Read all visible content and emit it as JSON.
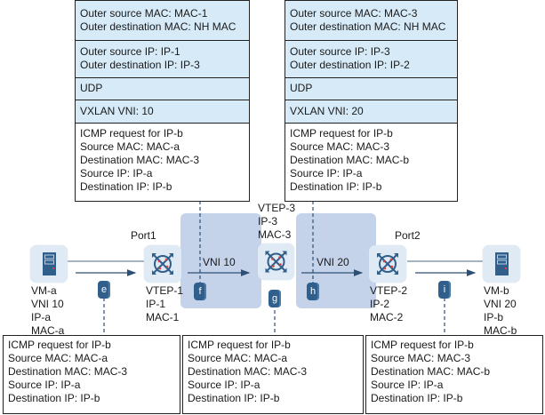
{
  "top_packets": [
    {
      "outer_mac": [
        "Outer source MAC:  MAC-1",
        "Outer destination MAC: NH MAC"
      ],
      "outer_ip": [
        "Outer source IP: IP-1",
        "Outer destination IP: IP-3"
      ],
      "udp": "UDP",
      "vxlan": "VXLAN VNI: 10",
      "inner": [
        "ICMP request for IP-b",
        "Source MAC: MAC-a",
        "Destination MAC:  MAC-3",
        "Source IP: IP-a",
        "Destination IP: IP-b"
      ]
    },
    {
      "outer_mac": [
        "Outer source MAC:  MAC-3",
        "Outer destination MAC: NH MAC"
      ],
      "outer_ip": [
        "Outer source IP: IP-3",
        "Outer destination IP: IP-2"
      ],
      "udp": "UDP",
      "vxlan": "VXLAN VNI: 20",
      "inner": [
        "ICMP request for IP-b",
        "Source MAC: MAC-3",
        "Destination MAC:  MAC-b",
        "Source IP: IP-a",
        "Destination IP: IP-b"
      ]
    }
  ],
  "bottom_packets": [
    {
      "lines": [
        "ICMP request for IP-b",
        "Source MAC: MAC-a",
        "Destination MAC:  MAC-3",
        "Source IP: IP-a",
        "Destination IP: IP-b"
      ]
    },
    {
      "lines": [
        "ICMP request for IP-b",
        "Source MAC: MAC-a",
        "Destination MAC:  MAC-3",
        "Source IP: IP-a",
        "Destination IP: IP-b"
      ]
    },
    {
      "lines": [
        "ICMP request for IP-b",
        "Source MAC: MAC-3",
        "Destination MAC:  MAC-b",
        "Source IP: IP-a",
        "Destination IP: IP-b"
      ]
    }
  ],
  "nodes": {
    "vm_a": {
      "icon": "server-icon",
      "lines": [
        "VM-a",
        "VNI 10",
        "IP-a",
        "MAC-a"
      ]
    },
    "vtep_1": {
      "icon": "switch-icon",
      "port": "Port1",
      "lines": [
        "VTEP-1",
        "IP-1",
        "MAC-1"
      ]
    },
    "vtep_3": {
      "icon": "switch-icon",
      "lines": [
        "VTEP-3",
        "IP-3",
        "MAC-3"
      ]
    },
    "vtep_2": {
      "icon": "switch-icon",
      "port": "Port2",
      "lines": [
        "VTEP-2",
        "IP-2",
        "MAC-2"
      ]
    },
    "vm_b": {
      "icon": "server-icon",
      "lines": [
        "VM-b",
        "VNI 20",
        "IP-b",
        "MAC-b"
      ]
    }
  },
  "tunnels": [
    {
      "label": "VNI 10"
    },
    {
      "label": "VNI 20"
    }
  ],
  "tags": [
    "e",
    "f",
    "g",
    "h",
    "i"
  ],
  "colors": {
    "header_fill": "#d6eaf8",
    "tunnel_fill": "#c5d3ea",
    "device_fill": "#dfeaf5",
    "tag_fill": "#2f5f8a",
    "arrow": "#2d4f73"
  }
}
